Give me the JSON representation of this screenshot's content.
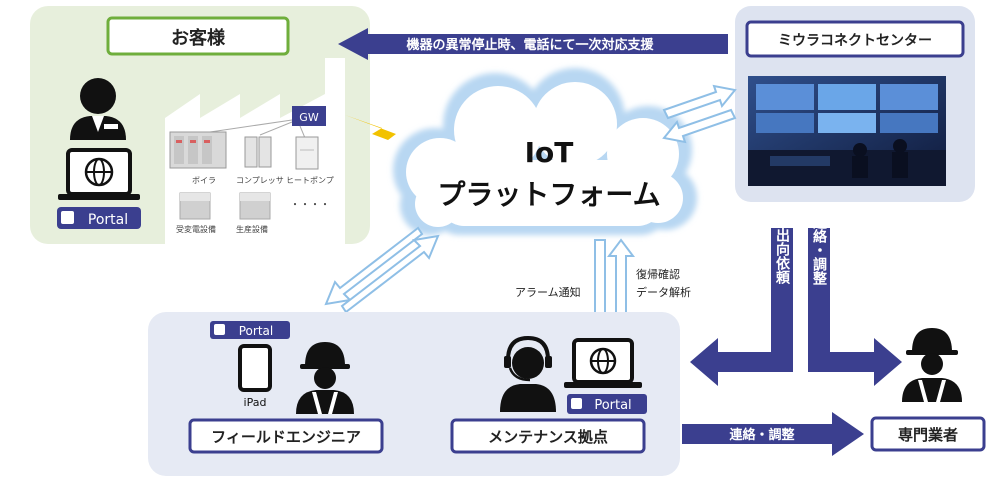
{
  "customer": {
    "title": "お客様",
    "portal": "Portal",
    "gw": "GW",
    "equipment": [
      "ボイラ",
      "コンプレッサ",
      "ヒートポンプ",
      "受変電設備",
      "生産設備",
      "・・・・"
    ]
  },
  "center": {
    "title": "ミウラコネクトセンター"
  },
  "iot": {
    "line1": "IoT",
    "line2": "プラットフォーム"
  },
  "arrows": {
    "center_to_customer": "機器の異常停止時、電話にて一次対応支援",
    "alarm": "アラーム通知",
    "recovery": "復帰確認",
    "analysis": "データ解析",
    "dispatch": "出向依頼",
    "contact_vertical": "連絡・調整",
    "contact_horizontal": "連絡・調整"
  },
  "field": {
    "portal": "Portal",
    "ipad": "iPad",
    "engineer": "フィールドエンジニア"
  },
  "maintenance": {
    "title": "メンテナンス拠点",
    "portal": "Portal"
  },
  "specialist": {
    "title": "専門業者"
  },
  "colors": {
    "navy": "#3b3f8f",
    "arrow_light": "#b8d7f2",
    "customer_bg": "#e7efdc",
    "panel_bg": "#e6eaf4",
    "label_green": "#6fae3c"
  }
}
